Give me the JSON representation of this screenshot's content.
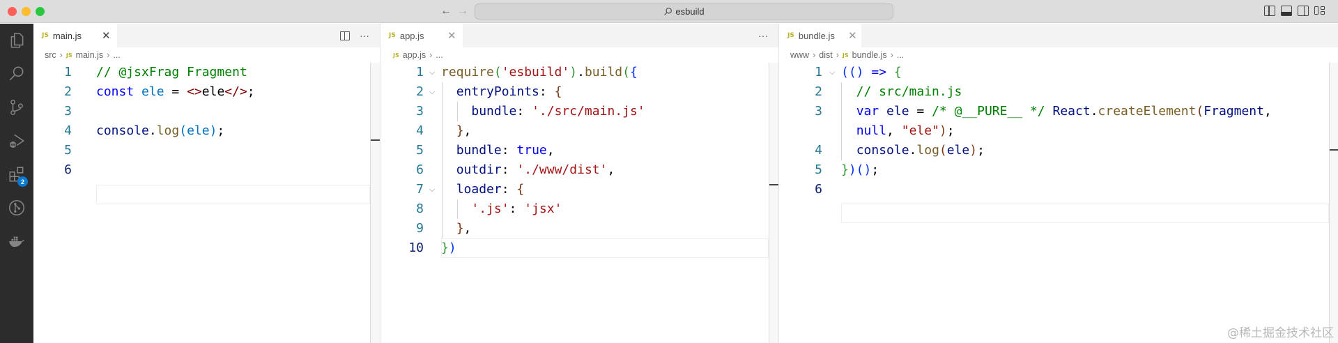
{
  "window": {
    "search_text": "esbuild",
    "layout_buttons": [
      "toggle-primary-sidebar",
      "toggle-panel",
      "toggle-secondary-sidebar",
      "customize-layout"
    ]
  },
  "activity_bar": {
    "items": [
      {
        "name": "explorer",
        "icon": "files-icon"
      },
      {
        "name": "search",
        "icon": "search-icon"
      },
      {
        "name": "source-control",
        "icon": "source-control-icon"
      },
      {
        "name": "run-debug",
        "icon": "run-debug-icon"
      },
      {
        "name": "extensions",
        "icon": "extensions-icon",
        "badge": "2"
      },
      {
        "name": "git-graph",
        "icon": "git-graph-icon"
      },
      {
        "name": "docker",
        "icon": "docker-icon"
      }
    ]
  },
  "panes": [
    {
      "tab": {
        "icon": "JS",
        "label": "main.js",
        "close": "✕"
      },
      "actions": {
        "more": "···"
      },
      "breadcrumb": [
        "src",
        "main.js",
        "..."
      ],
      "lines": [
        {
          "n": "1",
          "text": "// @jsxFrag Fragment"
        },
        {
          "n": "2",
          "text": "const ele = <>ele</>;"
        },
        {
          "n": "3",
          "text": ""
        },
        {
          "n": "4",
          "text": "console.log(ele);"
        },
        {
          "n": "5",
          "text": ""
        },
        {
          "n": "6",
          "text": ""
        }
      ]
    },
    {
      "tab": {
        "icon": "JS",
        "label": "app.js",
        "close": "✕"
      },
      "actions": {
        "more": "···"
      },
      "breadcrumb": [
        "app.js",
        "..."
      ],
      "lines": [
        {
          "n": "1",
          "text": "require('esbuild').build({"
        },
        {
          "n": "2",
          "text": "  entryPoints: {"
        },
        {
          "n": "3",
          "text": "    bundle: './src/main.js'"
        },
        {
          "n": "4",
          "text": "  },"
        },
        {
          "n": "5",
          "text": "  bundle: true,"
        },
        {
          "n": "6",
          "text": "  outdir: './www/dist',"
        },
        {
          "n": "7",
          "text": "  loader: {"
        },
        {
          "n": "8",
          "text": "    '.js': 'jsx'"
        },
        {
          "n": "9",
          "text": "  },"
        },
        {
          "n": "10",
          "text": "})"
        }
      ]
    },
    {
      "tab": {
        "icon": "JS",
        "label": "bundle.js",
        "close": "✕"
      },
      "breadcrumb": [
        "www",
        "dist",
        "bundle.js",
        "..."
      ],
      "lines": [
        {
          "n": "1",
          "text": "(() => {"
        },
        {
          "n": "2",
          "text": "  // src/main.js"
        },
        {
          "n": "3",
          "text": "  var ele = /* @__PURE__ */ React.createElement(Fragment,"
        },
        {
          "n": "",
          "text": "  null, \"ele\");"
        },
        {
          "n": "4",
          "text": "  console.log(ele);"
        },
        {
          "n": "5",
          "text": "})();"
        },
        {
          "n": "6",
          "text": ""
        }
      ]
    }
  ],
  "watermark": "@稀土掘金技术社区"
}
